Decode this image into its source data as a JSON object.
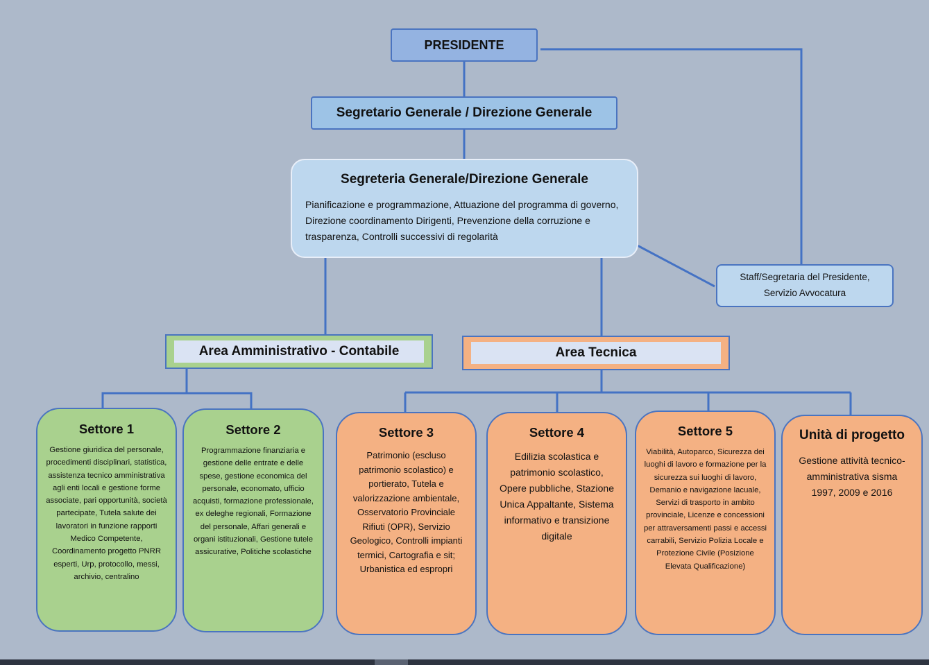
{
  "president": {
    "label": "PRESIDENTE"
  },
  "segretario": {
    "label": "Segretario Generale / Direzione Generale"
  },
  "segreteria": {
    "title": "Segreteria Generale/Direzione Generale",
    "description": "Pianificazione e programmazione, Attuazione del programma di governo, Direzione coordinamento Dirigenti, Prevenzione della corruzione e trasparenza, Controlli successivi di regolarità"
  },
  "staff": {
    "label": "Staff/Segretaria del Presidente, Servizio Avvocatura"
  },
  "areas": {
    "amministrativo": "Area Amministrativo - Contabile",
    "tecnica": "Area Tecnica"
  },
  "settori": [
    {
      "title": "Settore 1",
      "description": "Gestione giuridica del personale, procedimenti disciplinari, statistica, assistenza tecnico amministrativa agli enti locali e gestione forme associate, pari opportunità, società partecipate, Tutela salute dei lavoratori in funzione rapporti Medico Competente, Coordinamento progetto PNRR esperti, Urp, protocollo, messi, archivio, centralino"
    },
    {
      "title": "Settore 2",
      "description": "Programmazione finanziaria e gestione delle entrate e delle spese, gestione economica del personale, economato, ufficio acquisti, formazione professionale, ex deleghe regionali, Formazione del personale, Affari generali e organi istituzionali, Gestione tutele assicurative, Politiche scolastiche"
    },
    {
      "title": "Settore 3",
      "description": "Patrimonio (escluso patrimonio scolastico) e portierato, Tutela e valorizzazione ambientale, Osservatorio Provinciale Rifiuti (OPR), Servizio Geologico, Controlli impianti termici, Cartografia e sit; Urbanistica ed espropri"
    },
    {
      "title": "Settore 4",
      "description": "Edilizia scolastica e patrimonio scolastico, Opere pubbliche, Stazione Unica Appaltante, Sistema informativo e transizione digitale"
    },
    {
      "title": "Settore 5",
      "description": "Viabilità, Autoparco, Sicurezza dei luoghi di lavoro e formazione per la sicurezza sui luoghi di lavoro, Demanio e navigazione lacuale, Servizi di trasporto in ambito provinciale, Licenze e concessioni per attraversamenti passi e accessi carrabili, Servizio Polizia Locale e Protezione Civile (Posizione Elevata Qualificazione)"
    },
    {
      "title": "Unità di progetto",
      "description": "Gestione attività tecnico-amministrativa sisma 1997, 2009 e 2016"
    }
  ],
  "colors": {
    "background": "#adb9ca",
    "connector": "#4472c4",
    "amministrativo": "#a9d18e",
    "tecnica": "#f4b183",
    "top_box": "#9dc3e6"
  }
}
